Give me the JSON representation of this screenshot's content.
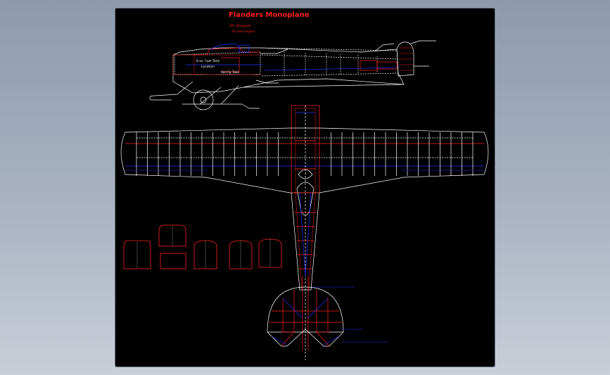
{
  "drawing": {
    "title": "Flanders Monoplane",
    "subtitle_1": "48\" Wingspan",
    "subtitle_2": ".40 size engine",
    "fuel_note": "8 oz. Fuel Tank",
    "fuel_note_2": "Location",
    "fly_note": "Vol Fly Tabs",
    "colors": {
      "background": "#000000",
      "outline": "#ffffff",
      "structure": "#ff2020",
      "centerline": "#2030ff"
    }
  }
}
